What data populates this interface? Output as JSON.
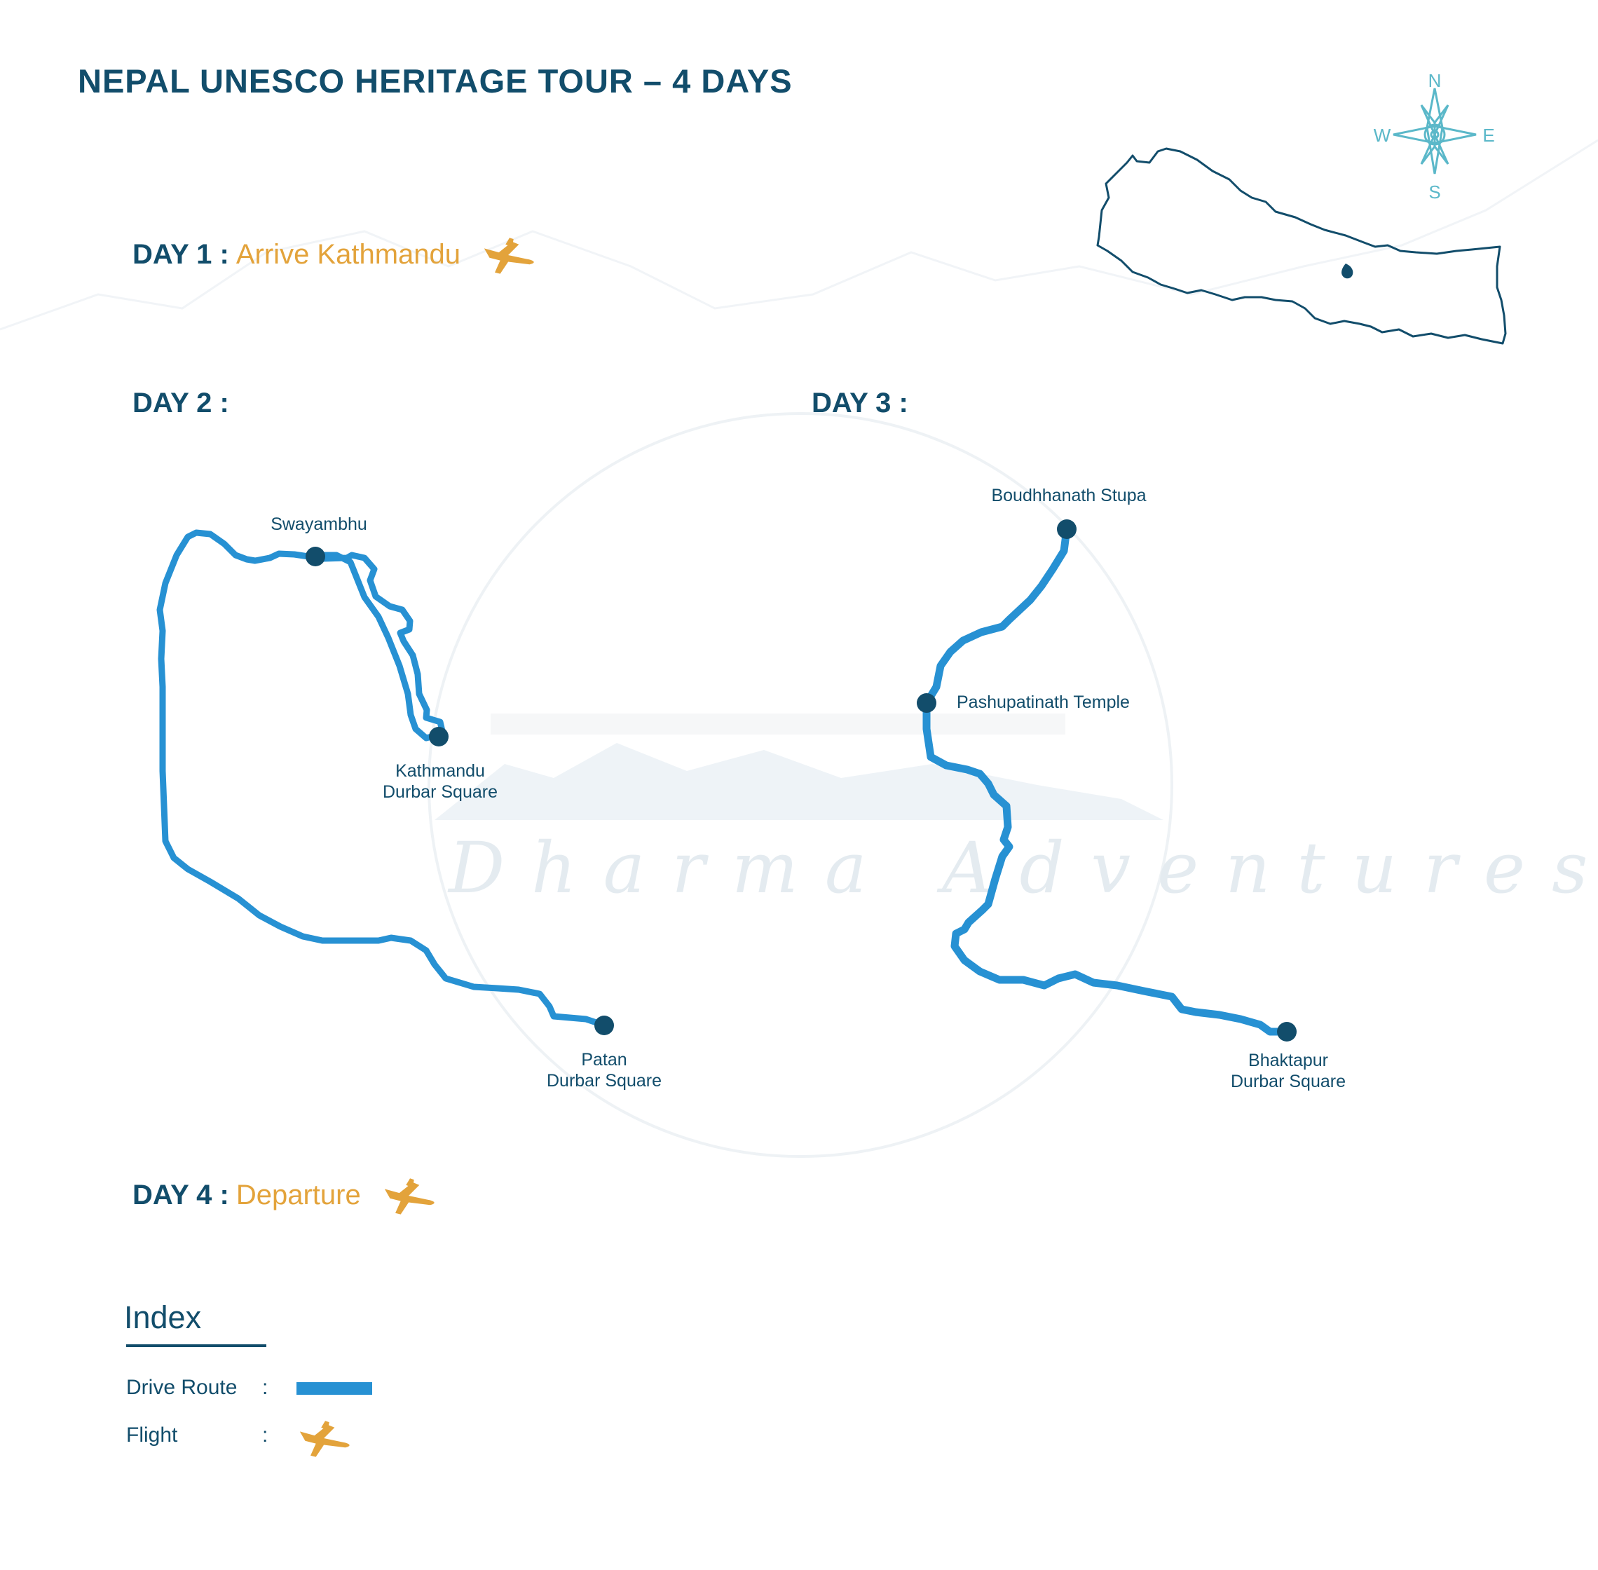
{
  "title": "NEPAL UNESCO HERITAGE TOUR – 4 DAYS",
  "watermark": "Dharma Adventures",
  "colors": {
    "primary": "#124d6b",
    "route": "#2791d3",
    "flight": "#e3a33b",
    "compass": "#5bb8c9"
  },
  "compass": {
    "n": "N",
    "e": "E",
    "s": "S",
    "w": "W"
  },
  "days": [
    {
      "label": "DAY 1 :",
      "description": "Arrive Kathmandu",
      "icon": "plane-icon"
    },
    {
      "label": "DAY 2 :",
      "description": ""
    },
    {
      "label": "DAY 3 :",
      "description": ""
    },
    {
      "label": "DAY 4 :",
      "description": "Departure",
      "icon": "plane-icon"
    }
  ],
  "day2": {
    "stops": [
      {
        "name": "Swayambhu"
      },
      {
        "name": "Kathmandu",
        "name2": "Durbar Square"
      },
      {
        "name": "Patan",
        "name2": "Durbar Square"
      }
    ]
  },
  "day3": {
    "stops": [
      {
        "name": "Boudhhanath Stupa"
      },
      {
        "name": "Pashupatinath Temple"
      },
      {
        "name": "Bhaktapur",
        "name2": "Durbar Square"
      }
    ]
  },
  "index": {
    "title": "Index",
    "items": [
      {
        "label": "Drive Route",
        "sep": ":",
        "symbol": "route-swatch"
      },
      {
        "label": "Flight",
        "sep": ":",
        "symbol": "plane-icon"
      }
    ]
  }
}
